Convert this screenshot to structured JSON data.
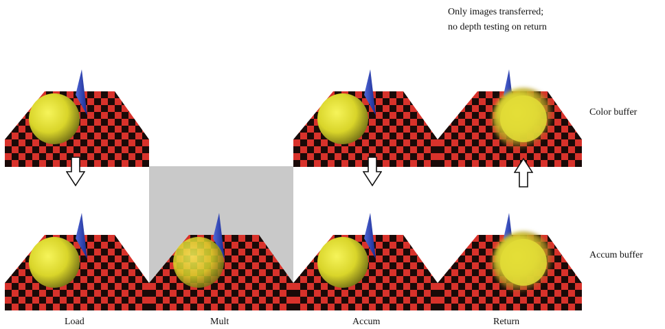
{
  "note": {
    "line1": "Only images transferred;",
    "line2": "no depth testing on return"
  },
  "row_labels": {
    "color": "Color buffer",
    "accum": "Accum buffer"
  },
  "columns": [
    "Load",
    "Mult",
    "Accum",
    "Return"
  ],
  "colors": {
    "checker_red": "#d8322b",
    "checker_dark": "#1a0a08",
    "sphere": "#e6e22e",
    "cone": "#2a3fb0",
    "mult_background": "#c9c9c9"
  }
}
